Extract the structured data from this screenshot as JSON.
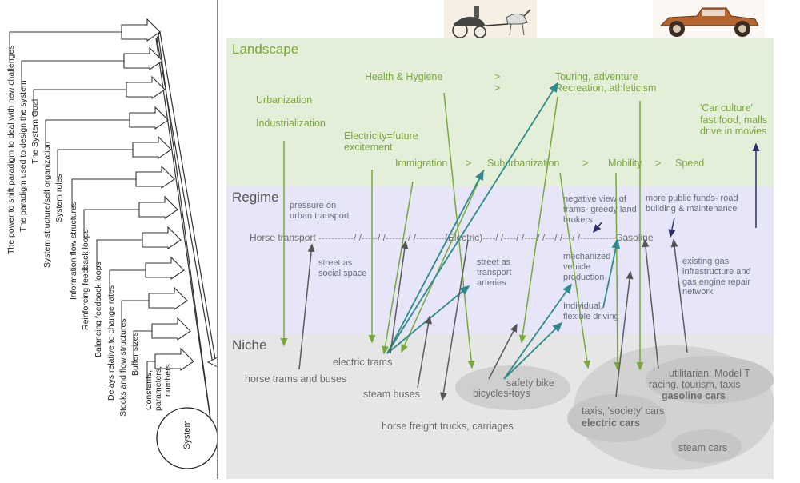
{
  "leverage_points": [
    "The power to shift paradigm to deal with new challenges",
    "The paradigm used to design the system",
    "The System Goal",
    "System structure/self organization",
    "System rules",
    "Information flow structures",
    "Reinforcing feedback loops",
    "Balancing feedback loops",
    "Delays relative to change rates",
    "Stocks and flow structures",
    "Buffer sizes",
    "Constants,",
    "parameters,",
    "numbers"
  ],
  "system_label": "System",
  "bands": {
    "landscape": "Landscape",
    "regime": "Regime",
    "niche": "Niche"
  },
  "landscape": {
    "health_hygiene": "Health & Hygiene",
    "gt1": ">",
    "gt2": ">",
    "touring": "Touring, adventure",
    "recreation": "Recreation, athleticism",
    "urbanization": "Urbanization",
    "industrialization": "Industrialization",
    "electricity_1": "Electricity=future",
    "electricity_2": "excitement",
    "car_culture_1": "'Car culture'",
    "car_culture_2": "fast food, malls",
    "car_culture_3": "drive in movies",
    "immigration": "Immigration",
    "gt3": ">",
    "suburbanization": "Suburbanization",
    "gt4": ">",
    "mobility": "Mobility",
    "gt5": ">",
    "speed": "Speed"
  },
  "regime": {
    "pressure_1": "pressure on",
    "pressure_2": "urban transport",
    "negative_1": "negative view of",
    "negative_2": "trams- greedy land",
    "negative_3": "brokers",
    "public_funds_1": "more public funds- road",
    "public_funds_2": "building & maintenance",
    "horse_line": "Horse transport -----------/  /-----/   /-------/  /---------(Electric)----/  /----/  /----/  /---/  /---/  /-----------Gasoline",
    "street_social_1": "street as",
    "street_social_2": "social space",
    "street_arteries_1": "street as",
    "street_arteries_2": "transport",
    "street_arteries_3": "arteries",
    "mechanized_1": "mechanized",
    "mechanized_2": "vehicle",
    "mechanized_3": "production",
    "existing_gas_1": "existing gas",
    "existing_gas_2": "infrastructure and",
    "existing_gas_3": "gas engine repair",
    "existing_gas_4": "network",
    "individual_1": "Individual,",
    "individual_2": "flexible driving"
  },
  "niche": {
    "electric_trams": "electric trams",
    "horse_trams": "horse trams and buses",
    "steam_buses": "steam buses",
    "horse_freight": "horse freight trucks, carriages",
    "safety_bike": "safety bike",
    "bicycles_toys": "bicycles-toys",
    "utilitarian": "utilitarian: Model T",
    "racing": "racing, tourism, taxis",
    "gasoline_cars": "gasoline cars",
    "taxis_society": "taxis, 'society' cars",
    "electric_cars": "electric cars",
    "steam_cars": "steam cars"
  },
  "colors": {
    "landscape_bg": "#e4efd9",
    "regime_bg": "#e7e6f8",
    "niche_bg": "#e6e6e6",
    "green_arrow": "#78a83a",
    "teal_arrow": "#2e8a8c",
    "gray_arrow": "#5a5a5a",
    "navy_arrow": "#2f2f6e",
    "landscape_text": "#7aa63a"
  },
  "icons": [
    "carriage-picture",
    "vintage-car-picture"
  ]
}
